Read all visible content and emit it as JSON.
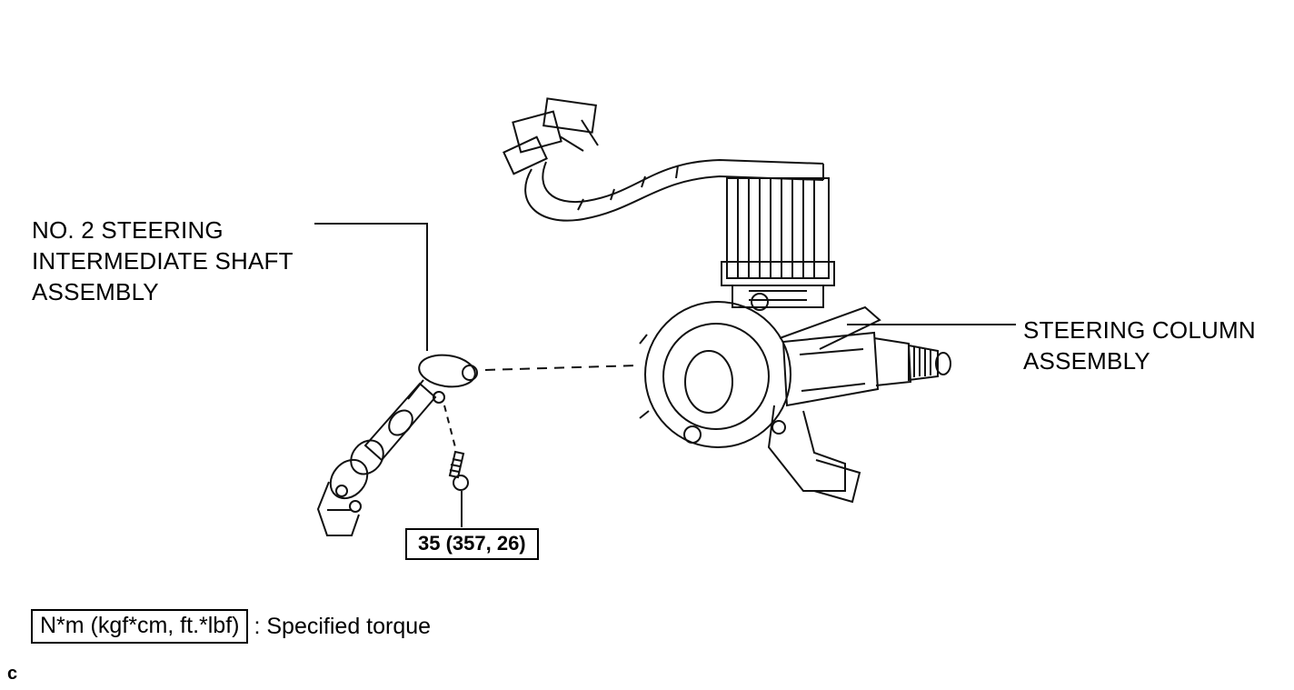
{
  "page": {
    "background": "#ffffff",
    "line_color": "#111111"
  },
  "labels": {
    "intermediate_shaft_assembly": "NO. 2 STEERING\nINTERMEDIATE SHAFT\nASSEMBLY",
    "steering_column_assembly": "STEERING COLUMN\nASSEMBLY"
  },
  "torque_callouts": [
    {
      "value": "35 (357, 26)"
    }
  ],
  "legend": {
    "units": "N*m (kgf*cm, ft.*lbf)",
    "description": ": Specified torque"
  },
  "footer": {
    "page_marker": "c"
  }
}
